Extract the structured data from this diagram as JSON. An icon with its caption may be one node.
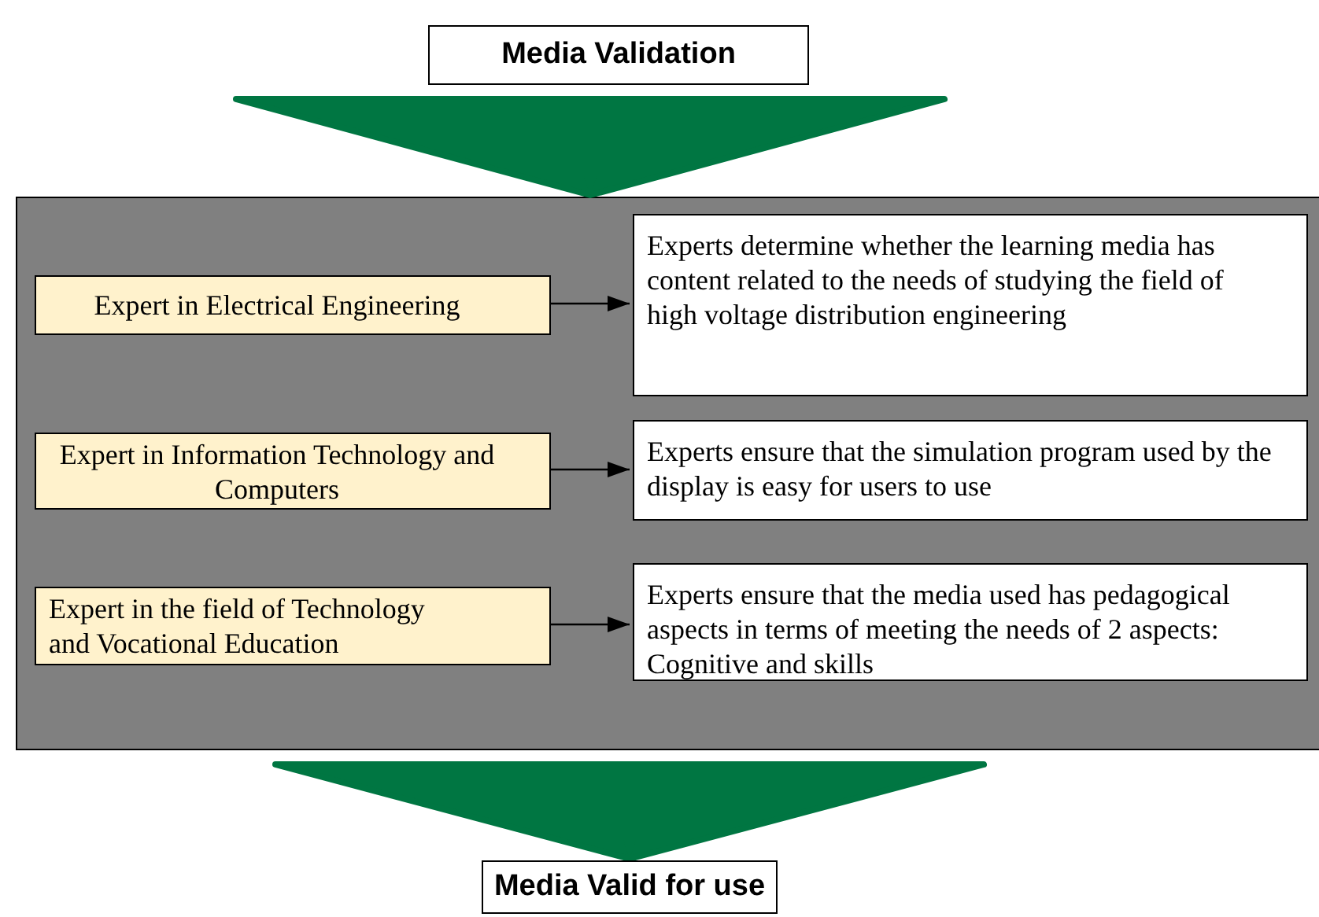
{
  "diagram": {
    "nodes": [
      {
        "text": [
          "Media Validation"
        ]
      },
      {
        "text": [],
        "shape": "box"
      },
      {
        "text": [
          "Expert in Electrical Engineering"
        ],
        "in": 1
      },
      {
        "text": [
          "Experts determine whether the learning media has content related to the needs of studying the field of high voltage distribution engineering"
        ],
        "in": 1
      },
      {
        "text": [
          "Expert in Information Technology and Computers"
        ],
        "in": 1
      },
      {
        "text": [
          "Experts ensure that the simulation program used by the display is easy for users to use"
        ],
        "in": 1
      },
      {
        "text": [
          "Expert in the field of Technology and Vocational Education"
        ],
        "in": 1
      },
      {
        "text": [
          "Experts ensure that the media used has pedagogical aspects in terms of meeting the needs of 2 aspects: Cognitive and skills"
        ],
        "in": 1
      },
      {
        "text": [
          "Media Valid for use"
        ]
      }
    ],
    "edges": [
      {
        "from": 0,
        "to": 1,
        "arrow": "to",
        "style": "thick",
        "color": "#007642"
      },
      {
        "from": 2,
        "to": 3,
        "arrow": "to"
      },
      {
        "from": 4,
        "to": 5,
        "arrow": "to"
      },
      {
        "from": 6,
        "to": 7,
        "arrow": "to"
      },
      {
        "from": 1,
        "to": 8,
        "arrow": "to",
        "style": "thick",
        "color": "#007642"
      }
    ]
  }
}
